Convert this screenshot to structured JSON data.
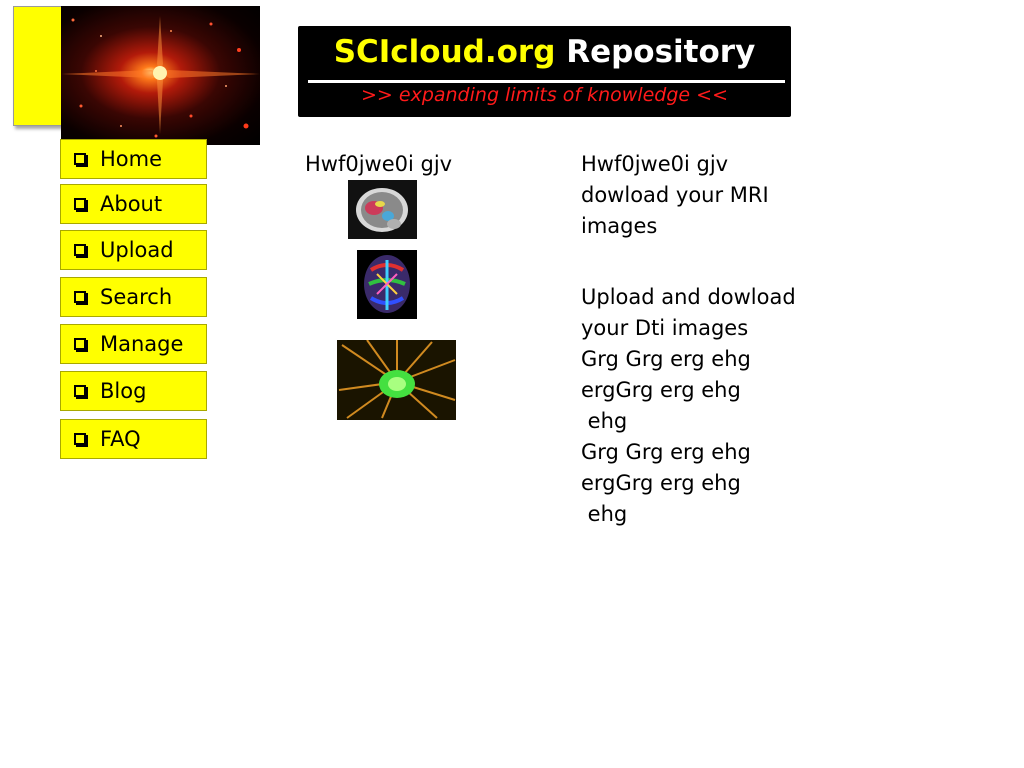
{
  "logo": {
    "image": "galaxy-image"
  },
  "menu": [
    {
      "label": "Home",
      "key": "home"
    },
    {
      "label": "About",
      "key": "about"
    },
    {
      "label": "Upload",
      "key": "upload"
    },
    {
      "label": "Search",
      "key": "search"
    },
    {
      "label": "Manage",
      "key": "manage"
    },
    {
      "label": "Blog",
      "key": "blog"
    },
    {
      "label": "FAQ",
      "key": "faq"
    }
  ],
  "header": {
    "title_part1": "SCIcloud.org",
    "title_part2": " Repository",
    "subtitle": ">> expanding limits of knowledge <<"
  },
  "content": {
    "image_caption": "Hwf0jwe0i gjv",
    "images": [
      "mri-brain-image",
      "dti-brain-image",
      "neuron-image"
    ],
    "text_block1": "Hwf0jwe0i gjv\ndowload your MRI\nimages",
    "text_block2": "Upload and dowload\nyour Dti images\nGrg Grg erg ehg\nergGrg erg ehg\n ehg\nGrg Grg erg ehg\nergGrg erg ehg\n ehg"
  },
  "colors": {
    "accent_yellow": "#ffff00",
    "subtitle_red": "#ff1a1a",
    "header_bg": "#000000"
  }
}
